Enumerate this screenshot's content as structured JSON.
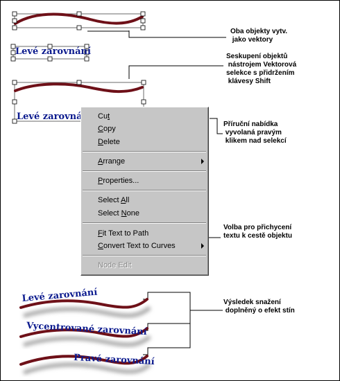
{
  "objects": {
    "top_label": "Levé zarovnání",
    "mid_label": "Levé zarovná"
  },
  "callouts": {
    "c1": "Oba objekty vytv.\n jako vektory",
    "c2": "Seskupení objektů\n nástrojem Vektorová\nselekce s přidržením\n klávesy Shift",
    "c3": "Příruční nabídka\n vyvolaná pravým\n klikem nad selekcí",
    "c4": "Volba pro přichycení\ntextu k cestě objektu",
    "c5": "Výsledek snažení\n doplněný o efekt stín"
  },
  "menu": {
    "items": [
      {
        "pre": "Cu",
        "u": "t",
        "post": ""
      },
      {
        "pre": "",
        "u": "C",
        "post": "opy"
      },
      {
        "pre": "",
        "u": "D",
        "post": "elete"
      },
      {
        "pre": "",
        "u": "A",
        "post": "rrange"
      },
      {
        "pre": "",
        "u": "P",
        "post": "roperties..."
      },
      {
        "pre": "Select ",
        "u": "A",
        "post": "ll"
      },
      {
        "pre": "Select ",
        "u": "N",
        "post": "one"
      },
      {
        "pre": "",
        "u": "F",
        "post": "it Text to Path"
      },
      {
        "pre": "",
        "u": "C",
        "post": "onvert Text to Curves"
      },
      {
        "label": "Node Edit"
      }
    ]
  },
  "results": {
    "r1": "Levé zarovnání",
    "r2": "Vycentrované zarovnání",
    "r3": "Pravé zarovnání"
  },
  "colors": {
    "curve": "#6e1018",
    "text": "#0b1a8e",
    "menu_bg": "#c6c6c6"
  }
}
